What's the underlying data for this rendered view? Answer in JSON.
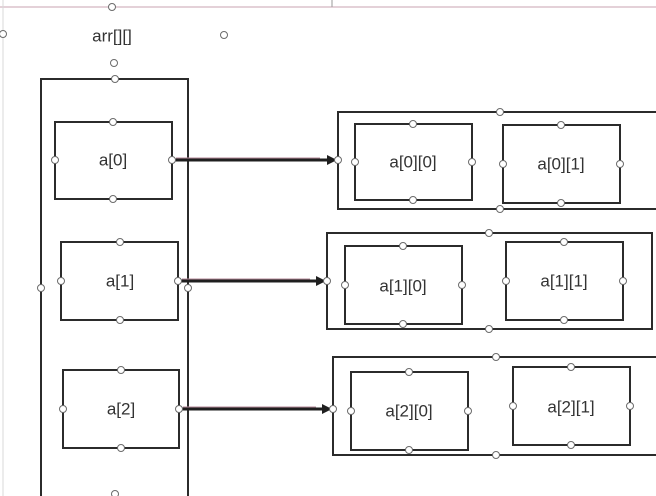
{
  "title": "arr[][]",
  "outer_cells": [
    {
      "label": "a[0]"
    },
    {
      "label": "a[1]"
    },
    {
      "label": "a[2]"
    }
  ],
  "inner_rows": [
    {
      "cells": [
        "a[0][0]",
        "a[0][1]"
      ]
    },
    {
      "cells": [
        "a[1][0]",
        "a[1][1]"
      ]
    },
    {
      "cells": [
        "a[2][0]",
        "a[2][1]"
      ]
    }
  ],
  "colors": {
    "stroke": "#2b2b2b",
    "text": "#333333",
    "handle": "#6b6b6b",
    "arrow_highlight": "#b58a9a",
    "canvas_border": "#c9a3b0"
  }
}
